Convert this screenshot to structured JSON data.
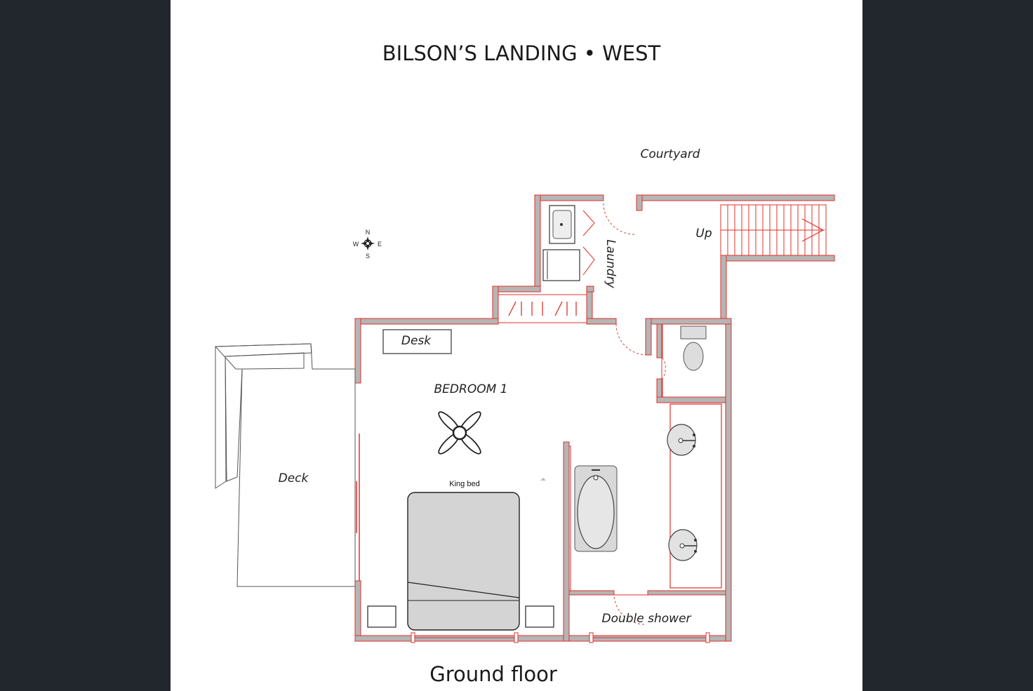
{
  "plan": {
    "title": "BILSON’S LANDING • WEST",
    "subtitle": "Ground floor"
  },
  "labels": {
    "courtyard": "Courtyard",
    "up": "Up",
    "laundry": "Laundry",
    "desk": "Desk",
    "bedroom": "BEDROOM 1",
    "deck": "Deck",
    "king_bed": "King bed",
    "double_shower": "Double shower"
  },
  "compass": {
    "n": "N",
    "s": "S",
    "e": "E",
    "w": "W"
  },
  "colors": {
    "wall_fill": "#b5b5b5",
    "wall_outline": "#e0302a",
    "frame_background": "#21272c",
    "page_background": "#ffffff"
  }
}
